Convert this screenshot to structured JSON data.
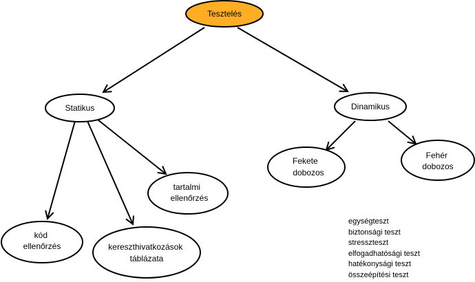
{
  "diagram": {
    "root": {
      "lines": [
        "Tesztelés"
      ],
      "fill": "#FFAE24"
    },
    "static": {
      "lines": [
        "Statikus"
      ]
    },
    "dynamic": {
      "lines": [
        "Dinamikus"
      ]
    },
    "black_box": {
      "lines": [
        "Fekete",
        "dobozos"
      ]
    },
    "white_box": {
      "lines": [
        "Fehér",
        "dobozos"
      ]
    },
    "content_check": {
      "lines": [
        "tartalmi",
        "ellenőrzés"
      ]
    },
    "code_check": {
      "lines": [
        "kód",
        "ellenőrzés"
      ]
    },
    "cross_ref": {
      "lines": [
        "kereszthivatkozások",
        "táblázata"
      ]
    },
    "test_types": [
      "egységteszt",
      "biztonsági teszt",
      "stresszteszt",
      "elfogadhatósági teszt",
      "hatékonysági teszt",
      "összeépítési teszt"
    ]
  }
}
